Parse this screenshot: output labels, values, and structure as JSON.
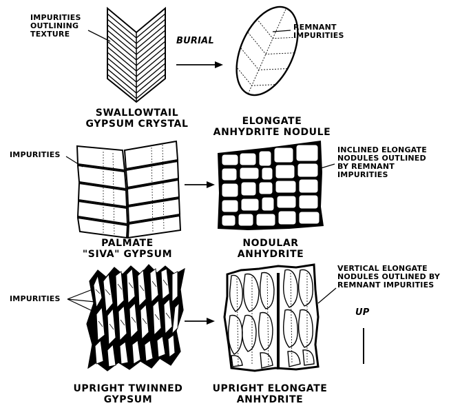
{
  "row1": {
    "impurities_outlining_texture": "IMPURITIES\nOUTLINING\nTEXTURE",
    "burial": "BURIAL",
    "remnant_impurities": "REMNANT\nIMPURITIES",
    "caption_left": "SWALLOWTAIL\nGYPSUM CRYSTAL",
    "caption_right": "ELONGATE\nANHYDRITE NODULE"
  },
  "row2": {
    "impurities": "IMPURITIES",
    "inclined_note": "INCLINED ELONGATE\nNODULES OUTLINED\nBY REMNANT\nIMPURITIES",
    "caption_left": "PALMATE\n\"SIVA\" GYPSUM",
    "caption_right": "NODULAR\nANHYDRITE"
  },
  "row3": {
    "impurities": "IMPURITIES",
    "vertical_note": "VERTICAL ELONGATE\nNODULES OUTLINED BY\nREMNANT IMPURITIES",
    "up": "UP",
    "caption_left": "UPRIGHT TWINNED\nGYPSUM",
    "caption_right": "UPRIGHT ELONGATE\nANHYDRITE"
  }
}
